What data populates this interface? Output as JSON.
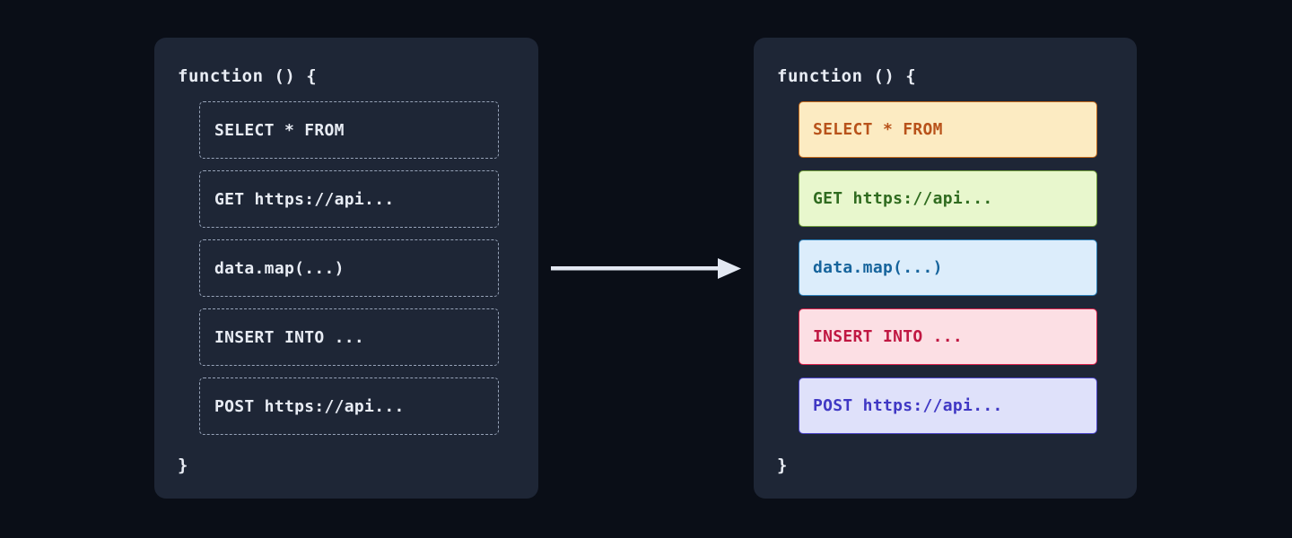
{
  "canvas": {
    "background": "#0a0e17",
    "panel_background": "#1e2636"
  },
  "before_panel": {
    "name": "before",
    "header": "function () {",
    "footer": "}",
    "style": "dashed-outline",
    "text_color": "#e8ecf4",
    "border_color": "#97a3b8",
    "rows": [
      {
        "label": "SELECT * FROM"
      },
      {
        "label": "GET https://api..."
      },
      {
        "label": "data.map(...)"
      },
      {
        "label": "INSERT INTO ..."
      },
      {
        "label": "POST https://api..."
      }
    ]
  },
  "after_panel": {
    "name": "after",
    "header": "function () {",
    "footer": "}",
    "style": "color-highlighted",
    "text_color": "#e8ecf4",
    "rows": [
      {
        "label": "SELECT * FROM",
        "fill": "#fcebc2",
        "border": "#c2691a",
        "text": "#b8521a"
      },
      {
        "label": "GET https://api...",
        "fill": "#e8f7cd",
        "border": "#6f9c3a",
        "text": "#2f6b1f"
      },
      {
        "label": "data.map(...)",
        "fill": "#dcedfb",
        "border": "#2a7fb8",
        "text": "#16649c"
      },
      {
        "label": "INSERT INTO ...",
        "fill": "#fcdfe4",
        "border": "#d9204a",
        "text": "#c01742"
      },
      {
        "label": "POST https://api...",
        "fill": "#dfe1fa",
        "border": "#4b44c7",
        "text": "#4038c4"
      }
    ]
  },
  "arrow": {
    "name": "transform-arrow",
    "direction": "right",
    "color": "#e3e8f2"
  }
}
